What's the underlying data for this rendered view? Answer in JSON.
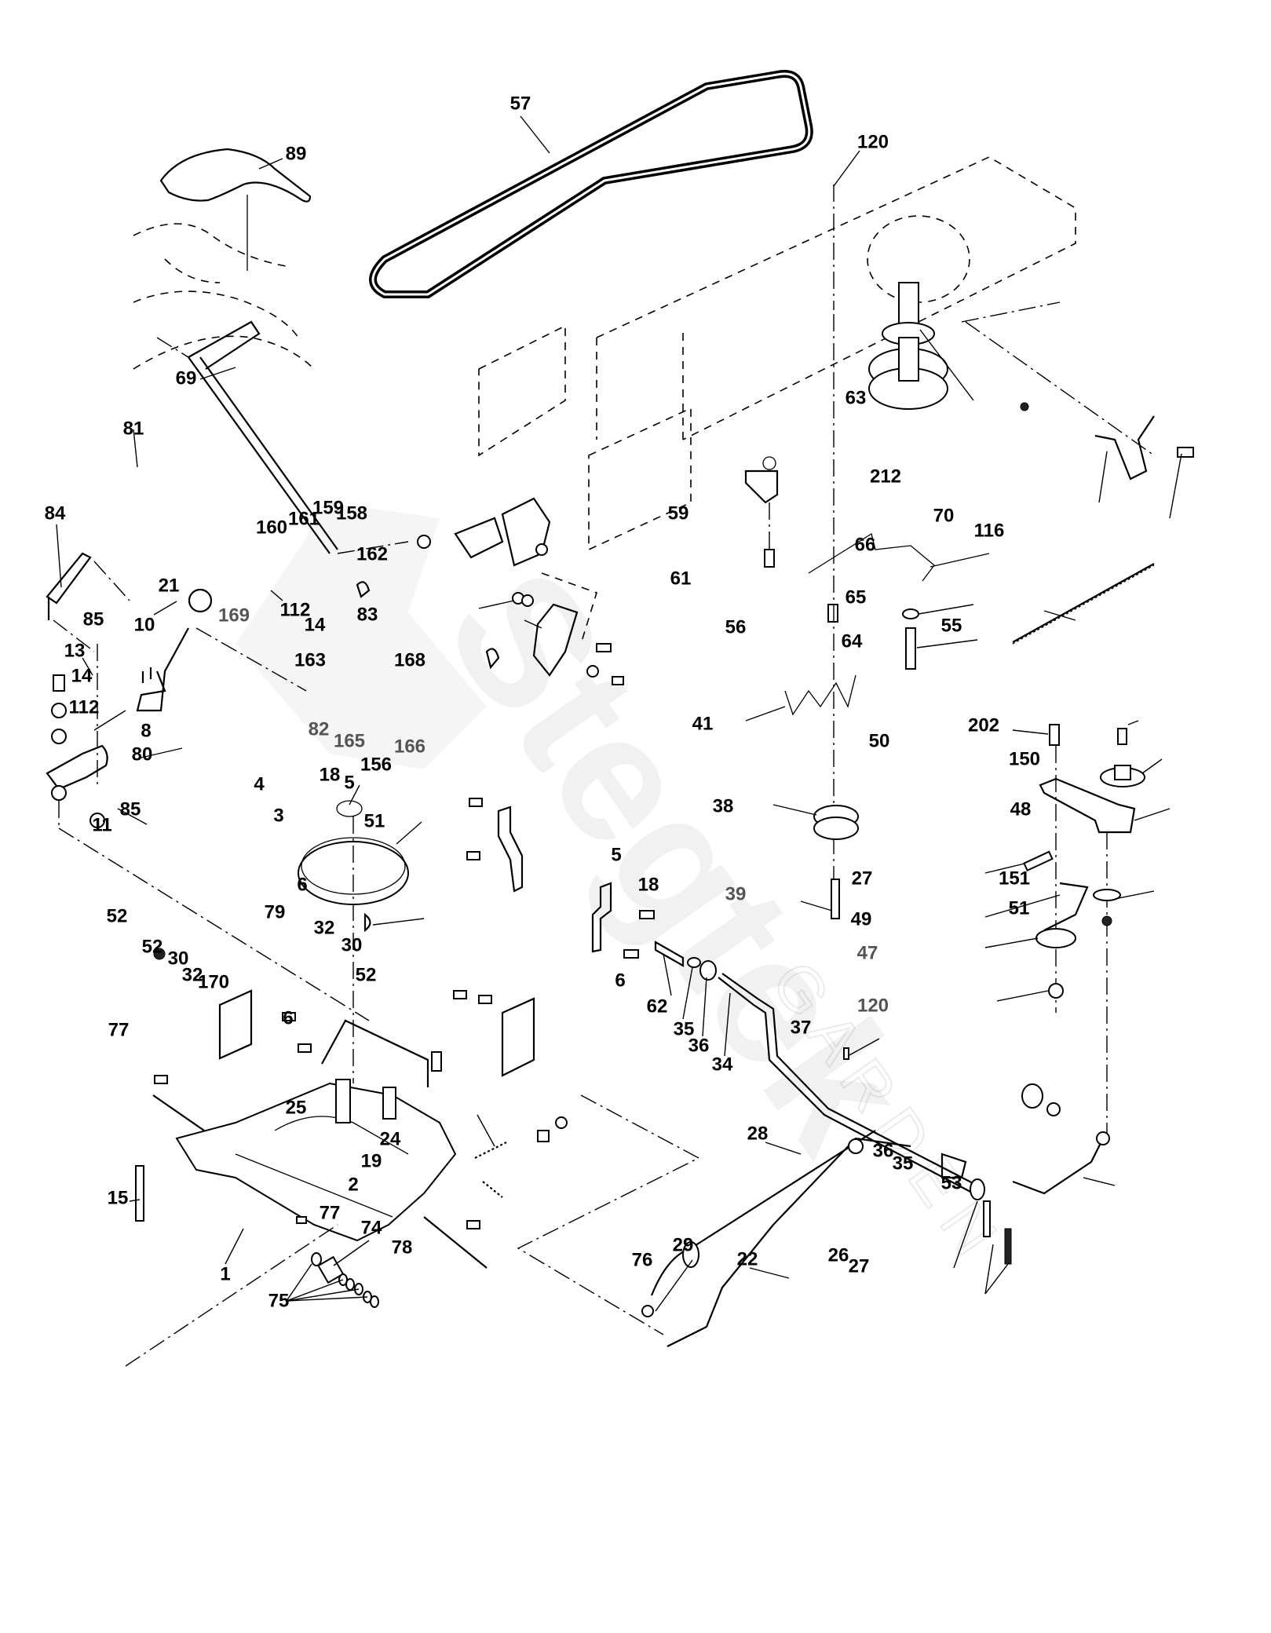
{
  "diagram": {
    "title": "Drive / transaxle parts diagram",
    "watermark": {
      "brand": "Stiga-like logo mark",
      "line1": "Stegtek",
      "line2": "GARDEN"
    },
    "callouts": [
      {
        "id": "c57",
        "label": "57",
        "part": "drive belt"
      },
      {
        "id": "c89",
        "label": "89",
        "part": "shift lever cover"
      },
      {
        "id": "c120a",
        "label": "120",
        "part": "nut"
      },
      {
        "id": "c69",
        "label": "69",
        "part": "bolts"
      },
      {
        "id": "c81",
        "label": "81",
        "part": "shaft"
      },
      {
        "id": "c84",
        "label": "84",
        "part": "rod"
      },
      {
        "id": "c85a",
        "label": "85",
        "part": "nut"
      },
      {
        "id": "c10",
        "label": "10",
        "part": "pins"
      },
      {
        "id": "c21",
        "label": "21",
        "part": "knob"
      },
      {
        "id": "c8",
        "label": "8",
        "part": "lever"
      },
      {
        "id": "c13",
        "label": "13",
        "part": "bolt"
      },
      {
        "id": "c14a",
        "label": "14",
        "part": "washer"
      },
      {
        "id": "c112a",
        "label": "112",
        "part": "washer"
      },
      {
        "id": "c80",
        "label": "80",
        "part": "bracket"
      },
      {
        "id": "c85b",
        "label": "85",
        "part": "nut"
      },
      {
        "id": "c11",
        "label": "11",
        "part": "nut"
      },
      {
        "id": "c160",
        "label": "160",
        "part": "washer"
      },
      {
        "id": "c161",
        "label": "161",
        "part": "bolt"
      },
      {
        "id": "c159",
        "label": "159",
        "part": "bracket"
      },
      {
        "id": "c158",
        "label": "158",
        "part": "plate"
      },
      {
        "id": "c162",
        "label": "162",
        "part": "nut"
      },
      {
        "id": "c112b",
        "label": "112",
        "part": "washer"
      },
      {
        "id": "c14b",
        "label": "14",
        "part": "washer"
      },
      {
        "id": "c163",
        "label": "163",
        "part": "bushing"
      },
      {
        "id": "c83",
        "label": "83",
        "part": "bracket"
      },
      {
        "id": "c169",
        "label": "169",
        "part": "clip"
      },
      {
        "id": "c82",
        "label": "82",
        "part": "clip"
      },
      {
        "id": "c165",
        "label": "165",
        "part": "plate"
      },
      {
        "id": "c156",
        "label": "156",
        "part": "washer"
      },
      {
        "id": "c168",
        "label": "168",
        "part": "bolt"
      },
      {
        "id": "c166",
        "label": "166",
        "part": "screw"
      },
      {
        "id": "c59",
        "label": "59",
        "part": "belt guide"
      },
      {
        "id": "c61",
        "label": "61",
        "part": "bolt"
      },
      {
        "id": "c56",
        "label": "56",
        "part": "bolt"
      },
      {
        "id": "c63",
        "label": "63",
        "part": "pulley"
      },
      {
        "id": "c212",
        "label": "212",
        "part": "nut"
      },
      {
        "id": "c70",
        "label": "70",
        "part": "belt guide"
      },
      {
        "id": "c116",
        "label": "116",
        "part": "bolt"
      },
      {
        "id": "c66",
        "label": "66",
        "part": "belt keeper"
      },
      {
        "id": "c65",
        "label": "65",
        "part": "washer"
      },
      {
        "id": "c55",
        "label": "55",
        "part": "spring"
      },
      {
        "id": "c64",
        "label": "64",
        "part": "bolt"
      },
      {
        "id": "c41",
        "label": "41",
        "part": "belt guide"
      },
      {
        "id": "c50",
        "label": "50",
        "part": "bolt"
      },
      {
        "id": "c202",
        "label": "202",
        "part": "bolt"
      },
      {
        "id": "c150",
        "label": "150",
        "part": "spacer"
      },
      {
        "id": "c38",
        "label": "38",
        "part": "idler pulley"
      },
      {
        "id": "c48",
        "label": "48",
        "part": "idler arm"
      },
      {
        "id": "c27a",
        "label": "27",
        "part": "bolt"
      },
      {
        "id": "c151",
        "label": "151",
        "part": "washer"
      },
      {
        "id": "c39",
        "label": "39",
        "part": "bolt"
      },
      {
        "id": "c49",
        "label": "49",
        "part": "belt guide"
      },
      {
        "id": "c51a",
        "label": "51",
        "part": "nut"
      },
      {
        "id": "c47",
        "label": "47",
        "part": "idler pulley"
      },
      {
        "id": "c120b",
        "label": "120",
        "part": "nut"
      },
      {
        "id": "c4",
        "label": "4",
        "part": "retaining ring"
      },
      {
        "id": "c3",
        "label": "3",
        "part": "transaxle pulley"
      },
      {
        "id": "c18a",
        "label": "18",
        "part": "bolt"
      },
      {
        "id": "c5a",
        "label": "5",
        "part": "bracket"
      },
      {
        "id": "c51b",
        "label": "51",
        "part": "nuts"
      },
      {
        "id": "c6a",
        "label": "6",
        "part": "bolt"
      },
      {
        "id": "c5b",
        "label": "5",
        "part": "bracket"
      },
      {
        "id": "c18b",
        "label": "18",
        "part": "bolt"
      },
      {
        "id": "c6b",
        "label": "6",
        "part": "bolt"
      },
      {
        "id": "c52a",
        "label": "52",
        "part": "nut"
      },
      {
        "id": "c52b",
        "label": "52",
        "part": "nuts"
      },
      {
        "id": "c30a",
        "label": "30",
        "part": "bracket"
      },
      {
        "id": "c32a",
        "label": "32",
        "part": "bolts"
      },
      {
        "id": "c170",
        "label": "170",
        "part": "rod"
      },
      {
        "id": "c79",
        "label": "79",
        "part": "key"
      },
      {
        "id": "c32b",
        "label": "32",
        "part": "bolts"
      },
      {
        "id": "c30b",
        "label": "30",
        "part": "bracket"
      },
      {
        "id": "c52c",
        "label": "52",
        "part": "nuts"
      },
      {
        "id": "c6c",
        "label": "6",
        "part": "bolt"
      },
      {
        "id": "c77a",
        "label": "77",
        "part": "key"
      },
      {
        "id": "c62",
        "label": "62",
        "part": "bushing"
      },
      {
        "id": "c35a",
        "label": "35",
        "part": "bushing"
      },
      {
        "id": "c36a",
        "label": "36",
        "part": "washer"
      },
      {
        "id": "c34",
        "label": "34",
        "part": "shaft"
      },
      {
        "id": "c37",
        "label": "37",
        "part": "pin"
      },
      {
        "id": "c25",
        "label": "25",
        "part": "spring"
      },
      {
        "id": "c19",
        "label": "19",
        "part": "spacer"
      },
      {
        "id": "c24",
        "label": "24",
        "part": "nut"
      },
      {
        "id": "c2",
        "label": "2",
        "part": "spring"
      },
      {
        "id": "c36b",
        "label": "36",
        "part": "washer"
      },
      {
        "id": "c35b",
        "label": "35",
        "part": "bushing"
      },
      {
        "id": "c28",
        "label": "28",
        "part": "rod"
      },
      {
        "id": "c53",
        "label": "53",
        "part": "rod"
      },
      {
        "id": "c15",
        "label": "15",
        "part": "bolt"
      },
      {
        "id": "c77b",
        "label": "77",
        "part": "key"
      },
      {
        "id": "c29",
        "label": "29",
        "part": "cap"
      },
      {
        "id": "c22",
        "label": "22",
        "part": "rod"
      },
      {
        "id": "c26",
        "label": "26",
        "part": "washer"
      },
      {
        "id": "c27b",
        "label": "27",
        "part": "bolts"
      },
      {
        "id": "c1",
        "label": "1",
        "part": "transaxle"
      },
      {
        "id": "c74",
        "label": "74",
        "part": "spacer"
      },
      {
        "id": "c78",
        "label": "78",
        "part": "washer"
      },
      {
        "id": "c76",
        "label": "76",
        "part": "ring"
      },
      {
        "id": "c75",
        "label": "75",
        "part": "washers"
      }
    ]
  }
}
